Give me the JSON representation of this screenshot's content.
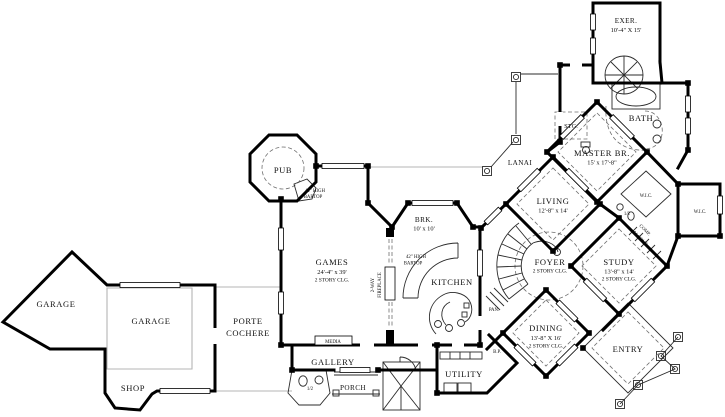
{
  "colors": {
    "ink": "#000000",
    "background": "#ffffff"
  },
  "rooms": {
    "garage_left": "GARAGE",
    "garage_main": "GARAGE",
    "shop": "SHOP",
    "porte_cochere_line1": "PORTE",
    "porte_cochere_line2": "COCHERE",
    "gallery": "GALLERY",
    "porch": "PORCH",
    "half_bath_gallery": "1/2",
    "half_bath_master": "1/2",
    "media": "MEDIA",
    "games": "GAMES",
    "games_dims": "24'-4\" x 39'",
    "games_clg": "2 STORY CLG.",
    "pub": "PUB",
    "pub_bartop_line1": "42\" HIGH",
    "pub_bartop_line2": "BARTOP",
    "kitchen_bartop_line1": "42\" HIGH",
    "kitchen_bartop_line2": "BARTOP",
    "fireplace_line1": "2-WAY",
    "fireplace_line2": "FIREPLACE",
    "breakfast": "BRK.",
    "breakfast_dims": "10' x 10'",
    "kitchen": "KITCHEN",
    "pantry": "PAN.",
    "butlers_pantry": "B.P.",
    "utility": "UTILITY",
    "dining": "DINING",
    "dining_dims": "13'-8\" X 16'",
    "dining_clg": "2 STORY CLG.",
    "entry": "ENTRY",
    "foyer": "FOYER",
    "foyer_clg": "2 STORY CLG.",
    "living": "LIVING",
    "living_dims": "12'-8\" x 14'",
    "study": "STUDY",
    "study_dims": "13'-8\" x 14'",
    "study_clg": "2 STORY CLG.",
    "master": "MASTER BR.",
    "master_dims": "15' x 17'-8\"",
    "storage": "STG.",
    "bath": "BATH",
    "exercise": "EXER.",
    "exercise_dims": "10'-4\" X 15'",
    "lanai": "LANAI",
    "wic_inner": "W.I.C.",
    "wic_outer": "W.I.C.",
    "comp_alcove_line1": "COMP.",
    "comp_alcove_line2": "ALCOVE"
  }
}
